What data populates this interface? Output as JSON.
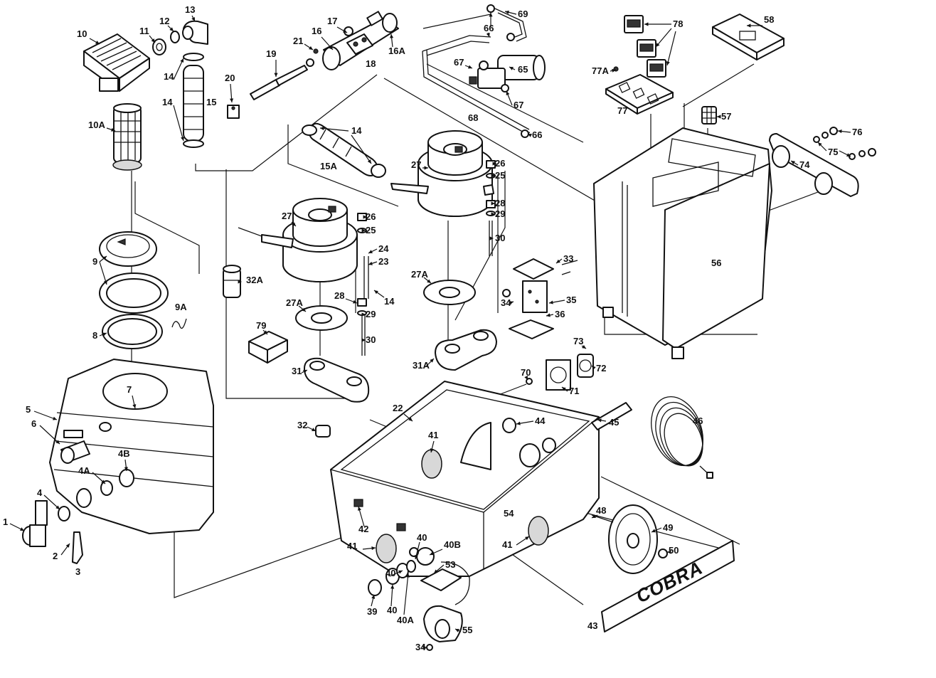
{
  "brand": "COBRA",
  "callouts": [
    "1",
    "2",
    "3",
    "4",
    "4A",
    "4B",
    "5",
    "6",
    "7",
    "8",
    "9",
    "9A",
    "10",
    "10A",
    "11",
    "12",
    "13",
    "14",
    "14",
    "14",
    "14",
    "15",
    "15A",
    "16",
    "16A",
    "17",
    "18",
    "19",
    "20",
    "21",
    "22",
    "23",
    "24",
    "25",
    "25",
    "26",
    "26",
    "27",
    "27",
    "27A",
    "27A",
    "28",
    "28",
    "29",
    "29",
    "30",
    "30",
    "31",
    "31A",
    "32",
    "32A",
    "33",
    "34",
    "34",
    "35",
    "36",
    "39",
    "40",
    "40",
    "40",
    "40A",
    "40B",
    "41",
    "41",
    "41",
    "42",
    "43",
    "44",
    "45",
    "46",
    "48",
    "49",
    "50",
    "53",
    "54",
    "55",
    "56",
    "57",
    "58",
    "65",
    "66",
    "66",
    "67",
    "67",
    "68",
    "69",
    "70",
    "71",
    "72",
    "73",
    "74",
    "75",
    "76",
    "77",
    "77A",
    "78",
    "79"
  ]
}
